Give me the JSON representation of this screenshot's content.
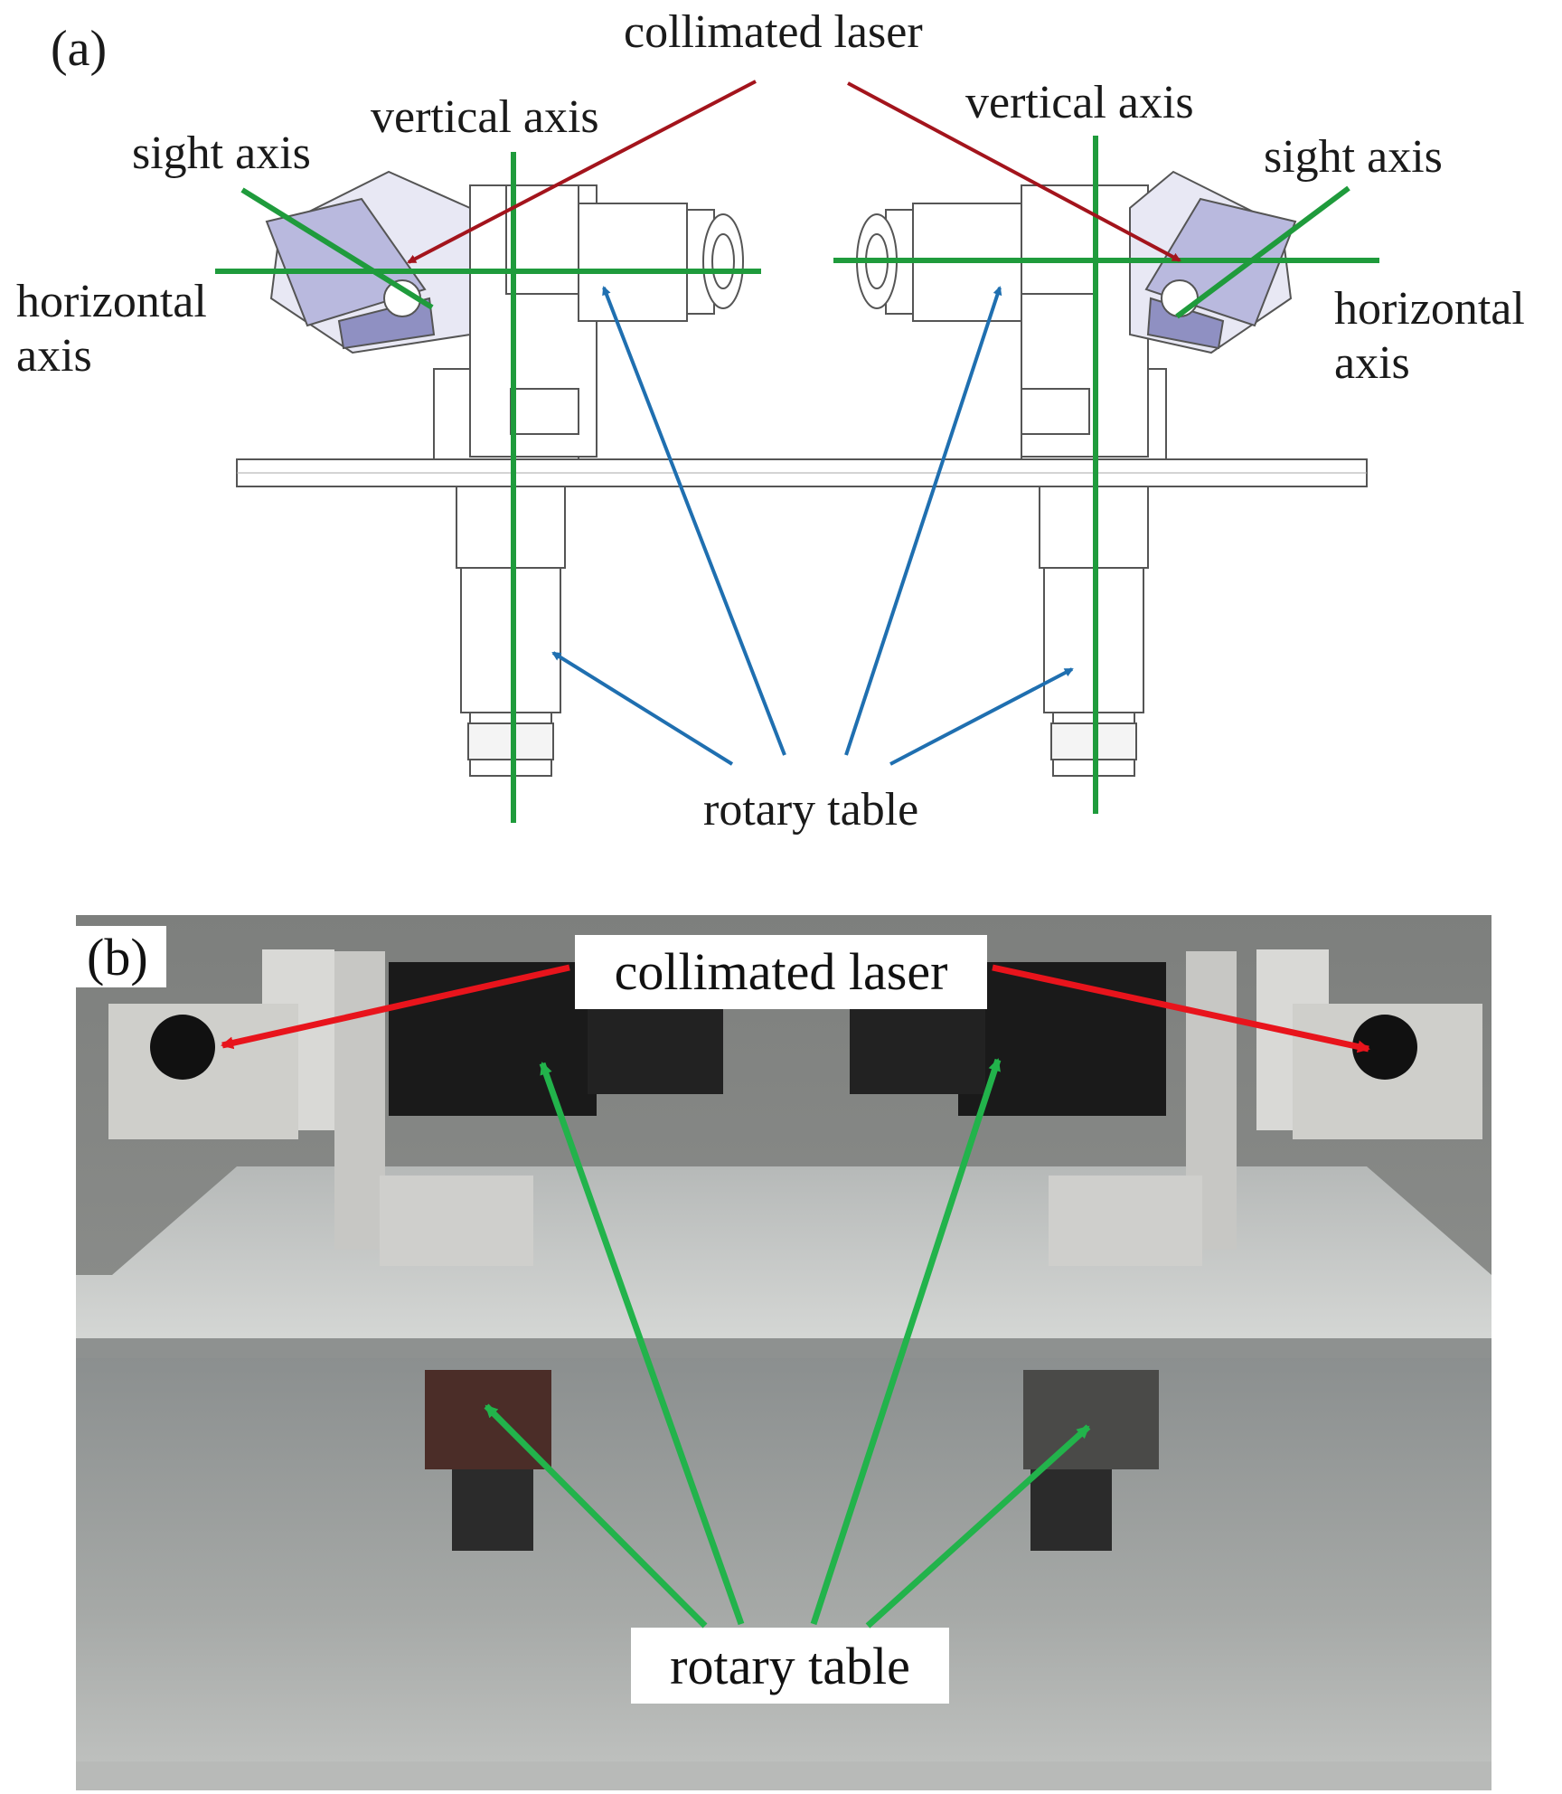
{
  "panel_a": {
    "label": "(a)",
    "labels": {
      "collimated_laser": "collimated laser",
      "vertical_axis_left": "vertical axis",
      "vertical_axis_right": "vertical axis",
      "sight_axis_left": "sight axis",
      "sight_axis_right": "sight axis",
      "horizontal_axis_left_line1": "horizontal",
      "horizontal_axis_left_line2": "axis",
      "horizontal_axis_right_line1": "horizontal",
      "horizontal_axis_right_line2": "axis",
      "rotary_table": "rotary table"
    }
  },
  "panel_b": {
    "label": "(b)",
    "labels": {
      "collimated_laser": "collimated laser",
      "rotary_table": "rotary table"
    }
  },
  "colors": {
    "axis_green": "#1f9b3c",
    "laser_red": "#a3141c",
    "pointer_blue": "#1f6fb0",
    "photo_red": "#e8141c",
    "photo_green": "#22b34b"
  }
}
